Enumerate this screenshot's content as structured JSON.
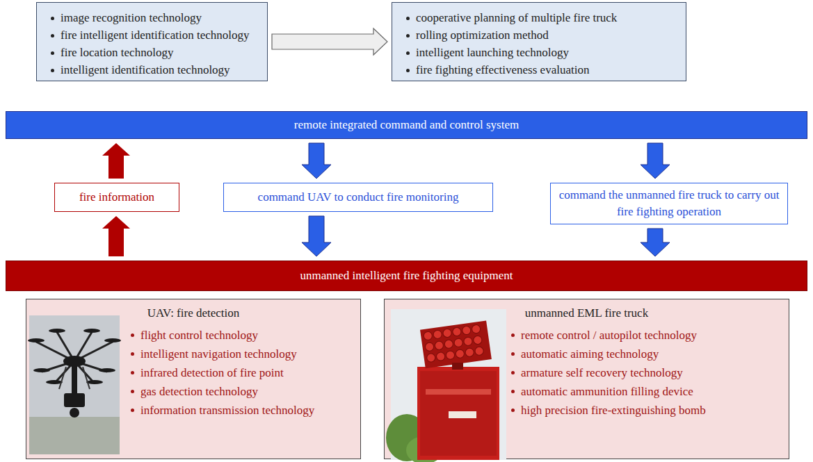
{
  "diagram": {
    "nodes": [
      {
        "text": [
          "image recognition technology",
          "fire intelligent identification technology",
          "fire location technology",
          "intelligent identification technology"
        ]
      },
      {
        "text": [
          "cooperative planning of multiple fire truck",
          "rolling optimization method",
          "intelligent launching technology",
          "fire fighting effectiveness evaluation"
        ]
      },
      {
        "text": [
          "remote integrated command and control system"
        ]
      },
      {
        "text": [
          "fire information"
        ]
      },
      {
        "text": [
          "command UAV to conduct fire monitoring"
        ]
      },
      {
        "text": [
          "command the unmanned fire truck to carry out fire fighting operation"
        ]
      },
      {
        "text": [
          "unmanned intelligent fire fighting equipment"
        ]
      },
      {
        "text": [
          "UAV: fire detection",
          "flight control technology",
          "intelligent navigation technology",
          "infrared detection of fire point",
          "gas detection technology",
          "information transmission technology"
        ]
      },
      {
        "text": [
          "unmanned EML fire truck",
          "remote control / autopilot technology",
          "automatic aiming technology",
          "armature self recovery technology",
          "automatic ammunition filling device",
          "high precision fire-extinguishing bomb"
        ]
      }
    ],
    "edges": [
      {
        "from": 0,
        "to": 1,
        "arrow": "to"
      },
      {
        "from": 6,
        "to": 3,
        "arrow": "to"
      },
      {
        "from": 3,
        "to": 2,
        "arrow": "to"
      },
      {
        "from": 2,
        "to": 4,
        "arrow": "to"
      },
      {
        "from": 4,
        "to": 6,
        "arrow": "to"
      },
      {
        "from": 2,
        "to": 5,
        "arrow": "to"
      },
      {
        "from": 5,
        "to": 6,
        "arrow": "to"
      }
    ]
  }
}
